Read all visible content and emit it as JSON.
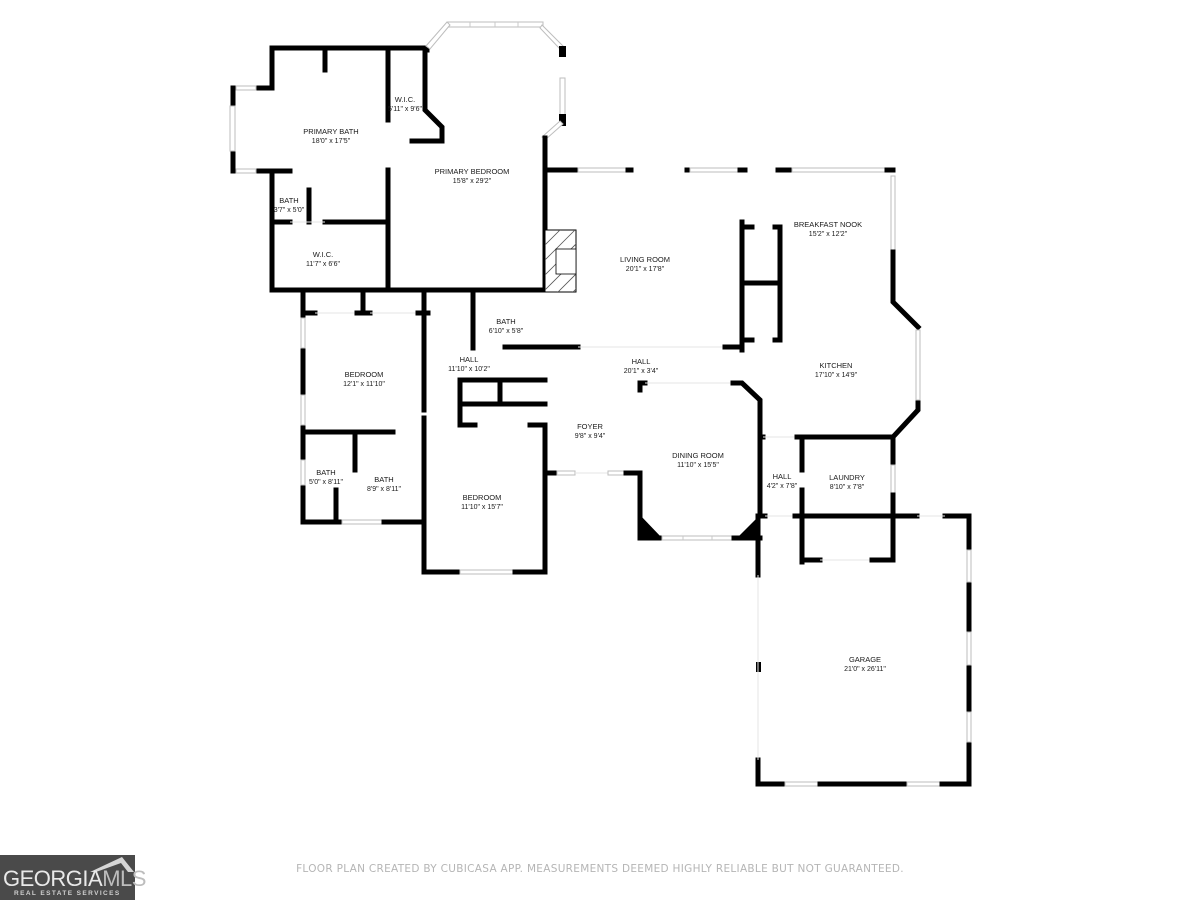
{
  "floor_plan": {
    "rooms": [
      {
        "id": "primary-bath",
        "name": "PRIMARY BATH",
        "dims": "18'0\" x 17'5\""
      },
      {
        "id": "wic-1",
        "name": "W.I.C.",
        "dims": "5'11\" x 9'6\""
      },
      {
        "id": "primary-bedroom",
        "name": "PRIMARY BEDROOM",
        "dims": "15'8\" x 29'2\""
      },
      {
        "id": "bath-1",
        "name": "BATH",
        "dims": "3'7\" x 5'0\""
      },
      {
        "id": "wic-2",
        "name": "W.I.C.",
        "dims": "11'7\" x 6'6\""
      },
      {
        "id": "living-room",
        "name": "LIVING ROOM",
        "dims": "20'1\" x 17'8\""
      },
      {
        "id": "breakfast-nook",
        "name": "BREAKFAST NOOK",
        "dims": "15'2\" x 12'2\""
      },
      {
        "id": "bath-2",
        "name": "BATH",
        "dims": "6'10\" x 5'8\""
      },
      {
        "id": "hall-1",
        "name": "HALL",
        "dims": "11'10\" x 10'2\""
      },
      {
        "id": "hall-2",
        "name": "HALL",
        "dims": "20'1\" x 3'4\""
      },
      {
        "id": "bedroom-1",
        "name": "BEDROOM",
        "dims": "12'1\" x 11'10\""
      },
      {
        "id": "kitchen",
        "name": "KITCHEN",
        "dims": "17'10\" x 14'9\""
      },
      {
        "id": "foyer",
        "name": "FOYER",
        "dims": "9'8\" x 9'4\""
      },
      {
        "id": "dining-room",
        "name": "DINING ROOM",
        "dims": "11'10\" x 15'5\""
      },
      {
        "id": "hall-3",
        "name": "HALL",
        "dims": "4'2\" x 7'8\""
      },
      {
        "id": "laundry",
        "name": "LAUNDRY",
        "dims": "8'10\" x 7'8\""
      },
      {
        "id": "bath-3",
        "name": "BATH",
        "dims": "5'0\" x 8'11\""
      },
      {
        "id": "bath-4",
        "name": "BATH",
        "dims": "8'9\" x 8'11\""
      },
      {
        "id": "bedroom-2",
        "name": "BEDROOM",
        "dims": "11'10\" x 15'7\""
      },
      {
        "id": "garage",
        "name": "GARAGE",
        "dims": "21'0\" x 26'11\""
      }
    ],
    "fireplace_icon": "fireplace-hatch"
  },
  "footer": {
    "disclaimer": "FLOOR PLAN CREATED BY CUBICASA APP. MEASUREMENTS DEEMED HIGHLY RELIABLE BUT NOT GUARANTEED.",
    "logo": {
      "brand_main": "GEORGIA",
      "brand_accent": "MLS",
      "tagline": "REAL ESTATE SERVICES",
      "background": "#4a4a4a"
    }
  }
}
